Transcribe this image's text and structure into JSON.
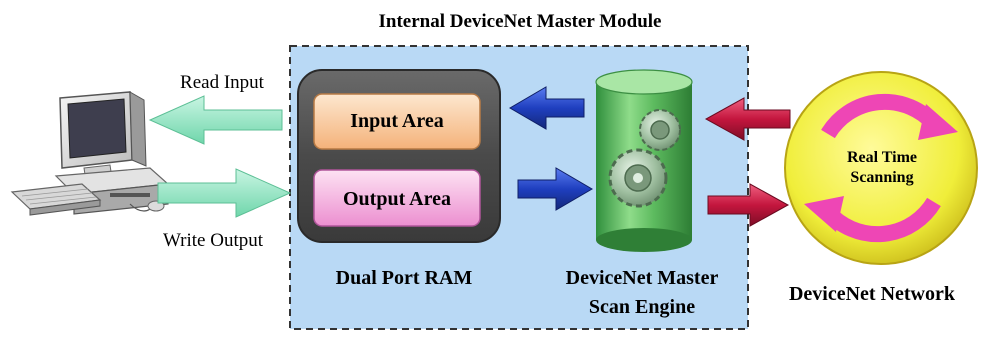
{
  "diagram": {
    "title": "Internal DeviceNet Master Module",
    "computer": {
      "read_label": "Read Input",
      "write_label": "Write Output"
    },
    "ram": {
      "input_label": "Input Area",
      "output_label": "Output Area",
      "caption": "Dual Port RAM"
    },
    "engine": {
      "caption_line1": "DeviceNet Master",
      "caption_line2": "Scan Engine"
    },
    "network": {
      "center_line1": "Real Time",
      "center_line2": "Scanning",
      "caption": "DeviceNet Network"
    },
    "colors": {
      "module_bg": "#b9d9f5",
      "input_area": "#f7c99b",
      "output_area": "#f2a9dc",
      "engine": "#6cc46c",
      "blue_arrow": "#1f3fbf",
      "red_arrow": "#c4163e",
      "green_arrow": "#8fe0c2",
      "network_circle": "#f0ee3a",
      "cycle_arrow": "#ee46b5"
    }
  }
}
